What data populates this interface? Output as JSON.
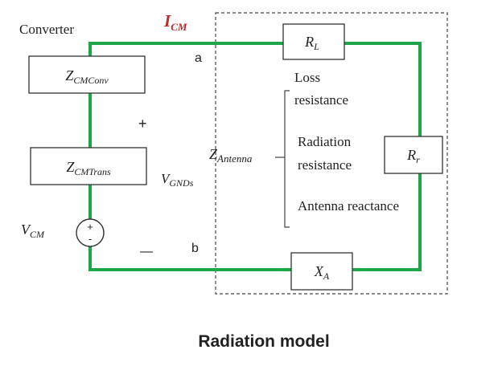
{
  "title": "Radiation model",
  "converter_label": "Converter",
  "current": {
    "main": "I",
    "sub": "CM"
  },
  "node_a": "a",
  "node_b": "b",
  "plus_sign": "+",
  "minus_sign": "—",
  "blocks": {
    "z_conv": {
      "main": "Z",
      "sub": "CMConv"
    },
    "z_trans": {
      "main": "Z",
      "sub": "CMTrans"
    },
    "r_l": {
      "main": "R",
      "sub": "L"
    },
    "r_r": {
      "main": "R",
      "sub": "r"
    },
    "x_a": {
      "main": "X",
      "sub": "A"
    }
  },
  "source": {
    "main": "V",
    "sub": "CM",
    "plus": "+",
    "minus": "-"
  },
  "v_gnds": {
    "main": "V",
    "sub": "GNDs"
  },
  "z_antenna": {
    "main": "Z",
    "sub": "Antenna"
  },
  "annotations": {
    "loss_line1": "Loss",
    "loss_line2": "resistance",
    "radiation_line1": "Radiation",
    "radiation_line2": "resistance",
    "reactance": "Antenna reactance"
  },
  "colors": {
    "wire": "#1fa64a",
    "current": "#c0292b",
    "box_stroke": "#333333",
    "dash": "#444444"
  }
}
